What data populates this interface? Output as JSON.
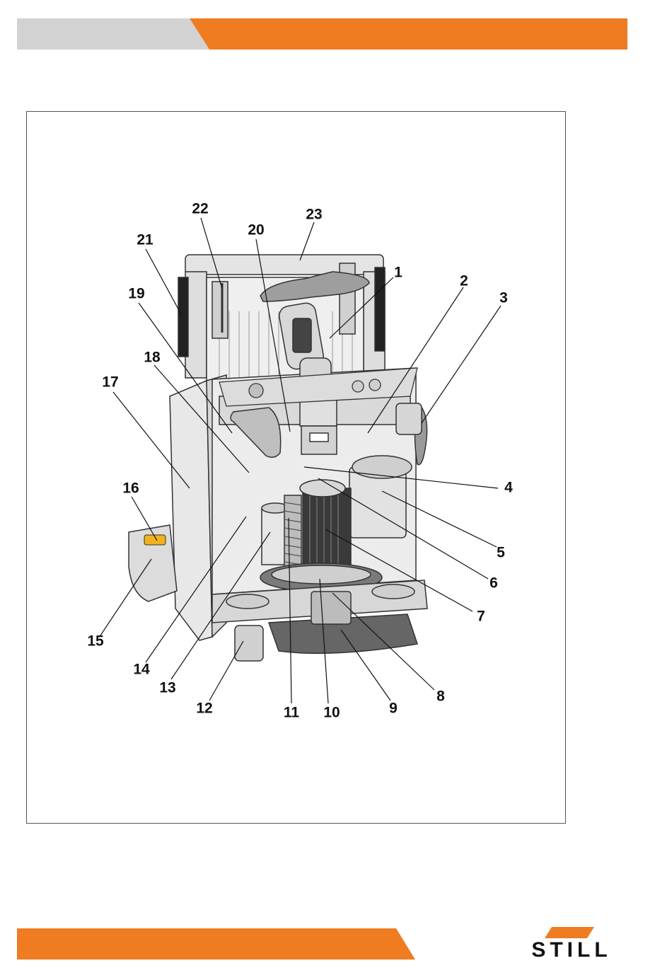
{
  "colors": {
    "accent": "#f07c22",
    "header_gray": "#d2d2d2",
    "frame": "#555555",
    "label": "#111111",
    "machine_light": "#e9e9e9",
    "machine_mid": "#c4c4c4",
    "machine_dark": "#5a5a5a",
    "pad_yellow": "#f2b21c"
  },
  "brand": {
    "logo_text": "STILL",
    "logo_icon": "still-logo-mark"
  },
  "figure": {
    "labels": [
      "1",
      "2",
      "3",
      "4",
      "5",
      "6",
      "7",
      "8",
      "9",
      "10",
      "11",
      "12",
      "13",
      "14",
      "15",
      "16",
      "17",
      "18",
      "19",
      "20",
      "21",
      "22",
      "23"
    ]
  }
}
